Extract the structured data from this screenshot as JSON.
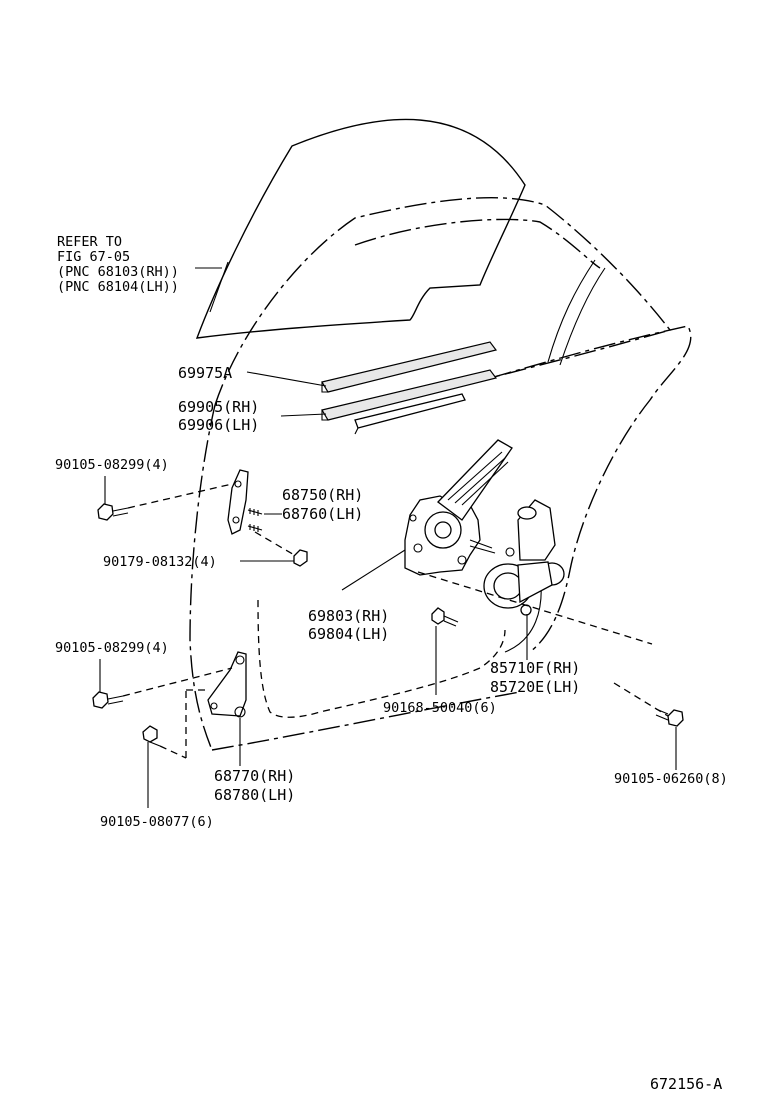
{
  "refer_note": {
    "line1": "REFER TO",
    "line2": "FIG 67-05",
    "line3": "(PNC 68103(RH))",
    "line4": "(PNC 68104(LH))"
  },
  "labels": {
    "p69975A": "69975A",
    "p69905": "69905(RH)",
    "p69906": "69906(LH)",
    "p90105_08299_a": "90105-08299(4)",
    "p68750": "68750(RH)",
    "p68760": "68760(LH)",
    "p90179": "90179-08132(4)",
    "p69803": "69803(RH)",
    "p69804": "69804(LH)",
    "p90105_08299_b": "90105-08299(4)",
    "p85710F": "85710F(RH)",
    "p85720E": "85720E(LH)",
    "p90168": "90168-50040(6)",
    "p68770": "68770(RH)",
    "p68780": "68780(LH)",
    "p90105_06260": "90105-06260(8)",
    "p90105_08077": "90105-08077(6)",
    "figure_id": "672156-A"
  }
}
